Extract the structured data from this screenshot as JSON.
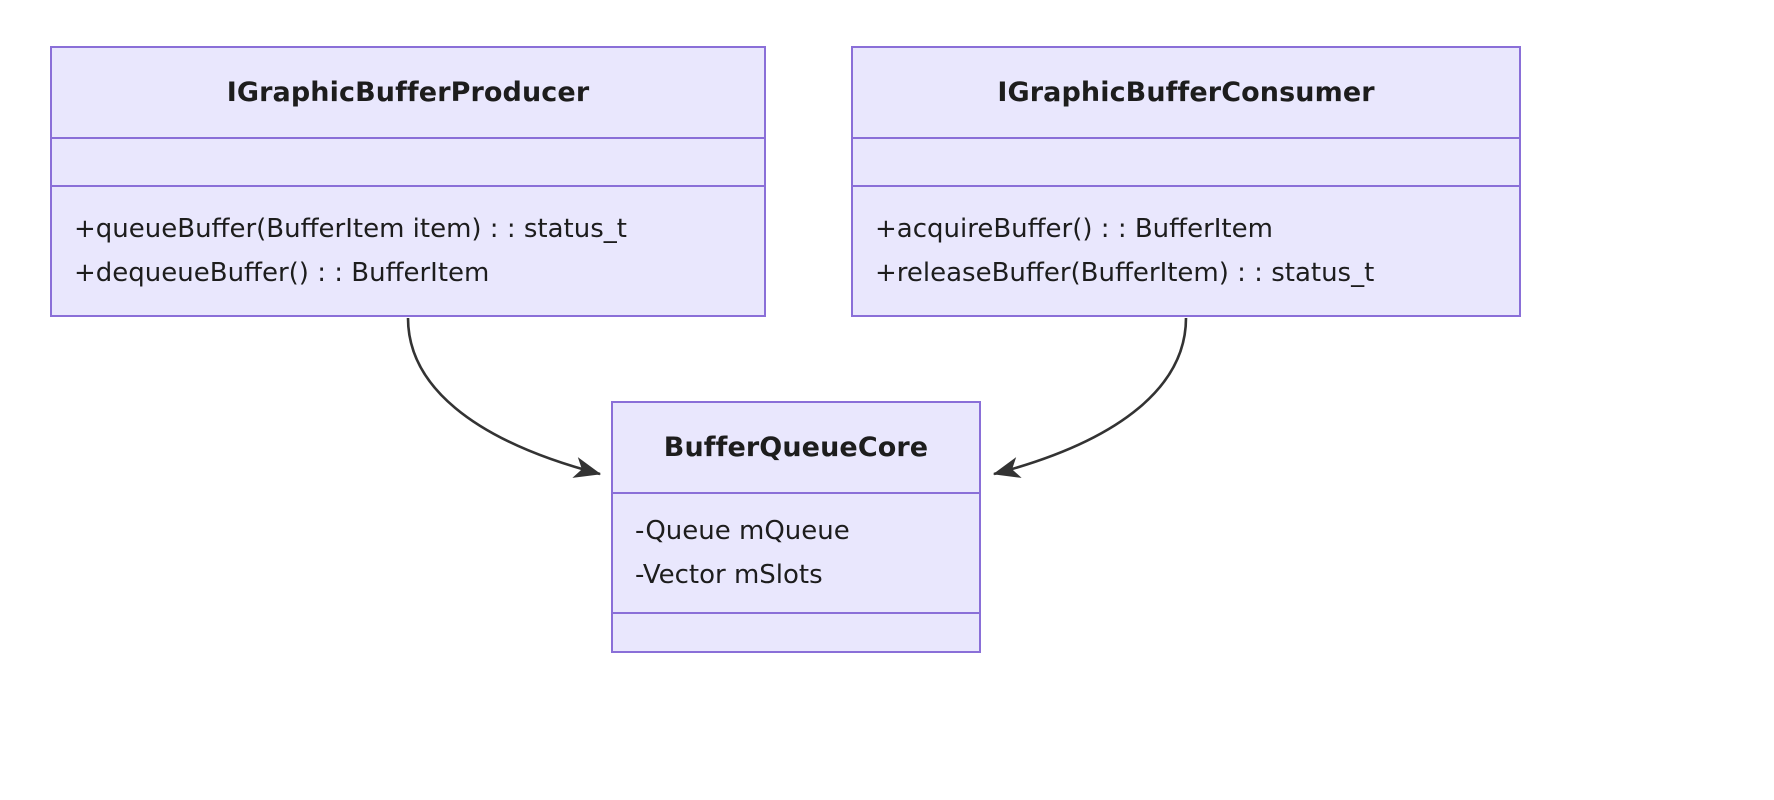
{
  "diagram": {
    "type": "uml-class-diagram",
    "title": "",
    "colors": {
      "class_fill": "#e9e7fd",
      "class_border": "#8a6fd8",
      "text": "#1d1d1d",
      "connector": "#333333",
      "background": "#ffffff"
    },
    "classes": [
      {
        "id": "producer",
        "name": "IGraphicBufferProducer",
        "attributes": [],
        "operations": [
          "+queueBuffer(BufferItem item) : : status_t",
          "+dequeueBuffer() : : BufferItem"
        ]
      },
      {
        "id": "consumer",
        "name": "IGraphicBufferConsumer",
        "attributes": [],
        "operations": [
          "+acquireBuffer() : : BufferItem",
          "+releaseBuffer(BufferItem) : : status_t"
        ]
      },
      {
        "id": "core",
        "name": "BufferQueueCore",
        "attributes": [
          "-Queue mQueue",
          "-Vector mSlots"
        ],
        "operations": []
      }
    ],
    "connectors": [
      {
        "id": "producer-to-core",
        "from": "IGraphicBufferProducer",
        "to": "BufferQueueCore",
        "arrow": "open-arrow",
        "style": "curved",
        "label": ""
      },
      {
        "id": "consumer-to-core",
        "from": "IGraphicBufferConsumer",
        "to": "BufferQueueCore",
        "arrow": "open-arrow",
        "style": "curved",
        "label": ""
      }
    ]
  }
}
